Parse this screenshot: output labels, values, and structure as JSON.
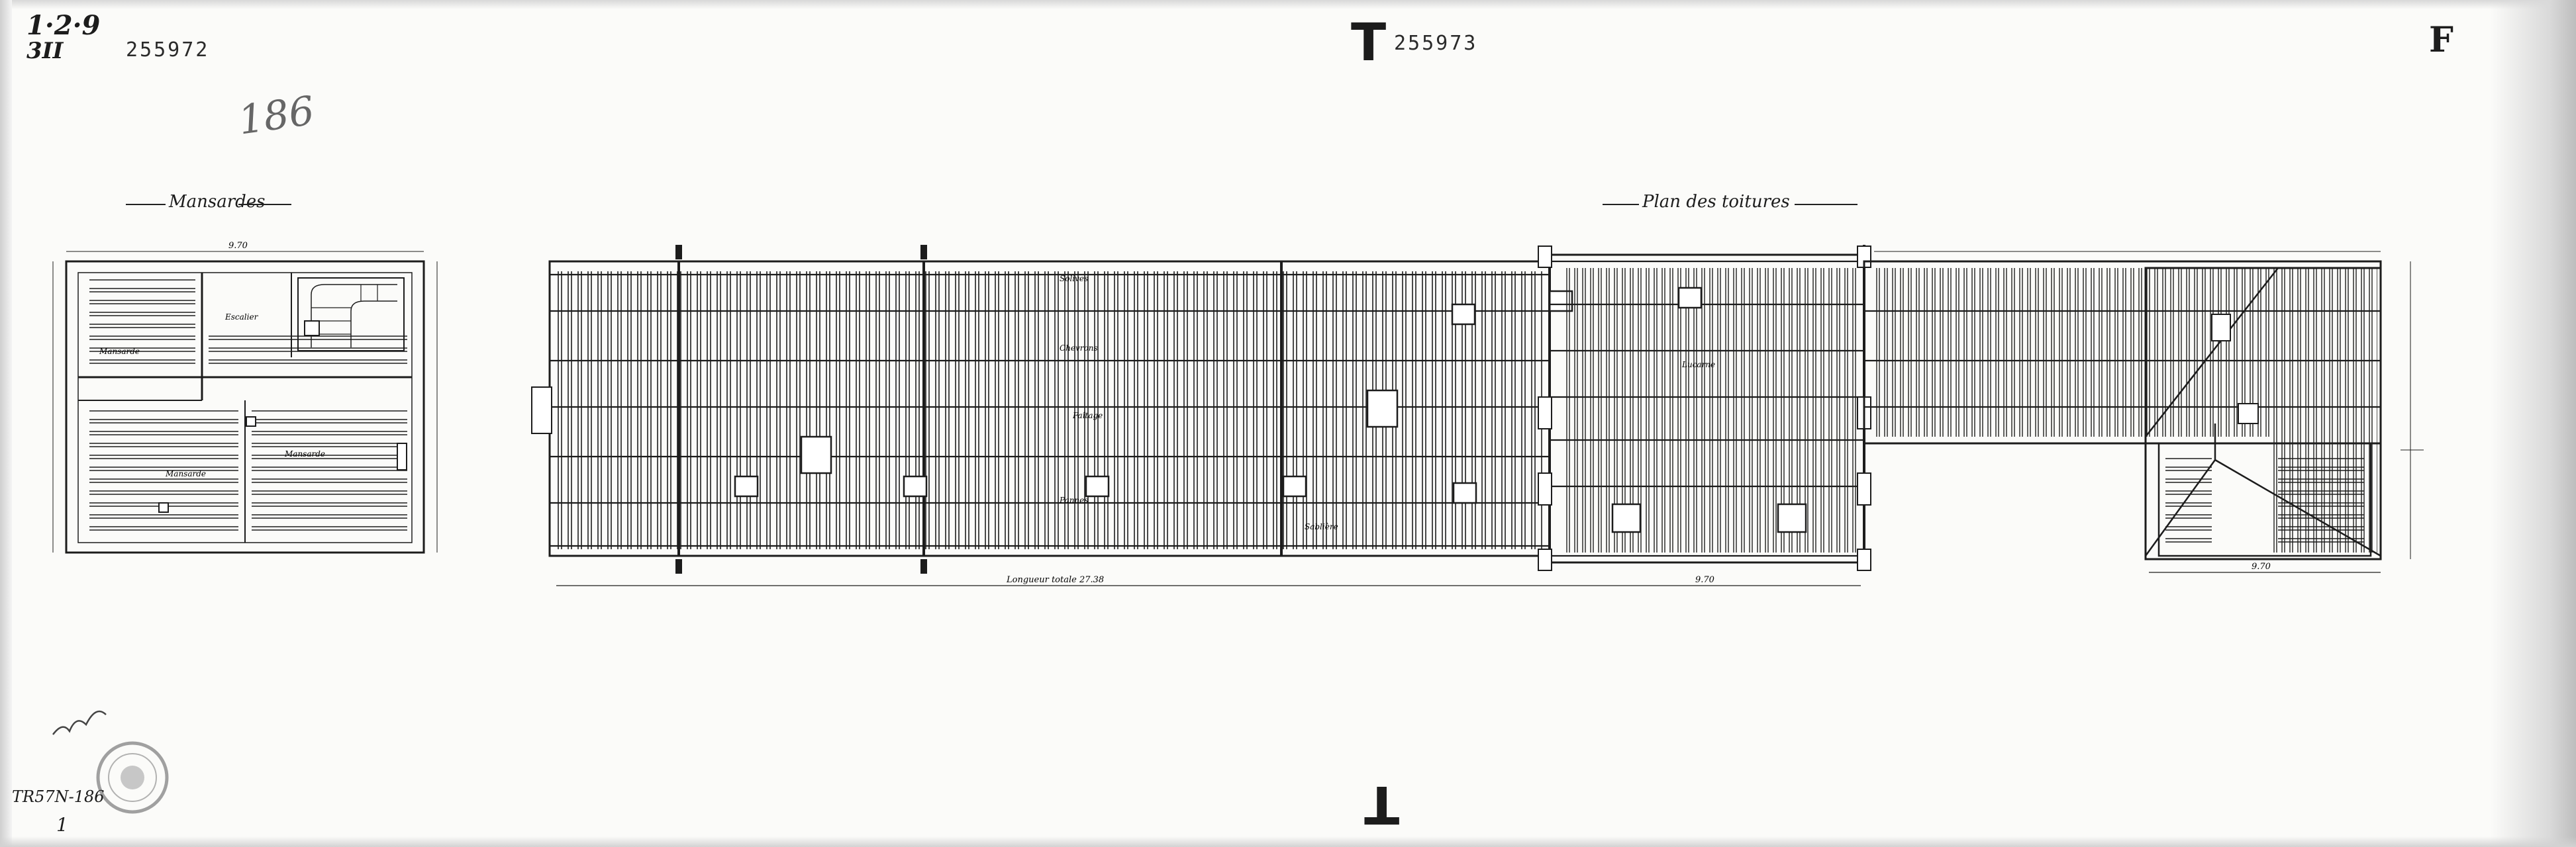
{
  "sheet": {
    "corner_code": "1·2·9",
    "corner_sub": "3II",
    "archive_number_left": "255972",
    "archive_number_center": "255973",
    "sheet_mark_center": "T",
    "pencil_number": "186",
    "corner_letter": "F",
    "bottom_mark": "T",
    "inventory_code": "TR57N-186",
    "inventory_sub": "1"
  },
  "left_plan": {
    "title": "Mansardes",
    "dimension_top": "9.70",
    "labels": {
      "stair": "Escalier",
      "room_top": "Mansarde",
      "room_bottom_left": "Mansarde",
      "room_bottom_right": "Mansarde"
    }
  },
  "main_plan": {
    "title": "Plan des toitures",
    "overall_dimension_label": "Longueur totale 27.38",
    "middle_dimension": "9.70",
    "right_dimension": "9.70",
    "labels": {
      "label_a": "Solives",
      "label_b": "Chevrons",
      "label_c": "Faîtage",
      "label_d": "Sablière",
      "label_e": "Pannes",
      "label_f": "Lucarne"
    }
  },
  "colors": {
    "ink": "#1c1c1c",
    "paper": "#fbfbf9",
    "stamp": "#8a8a8a"
  }
}
